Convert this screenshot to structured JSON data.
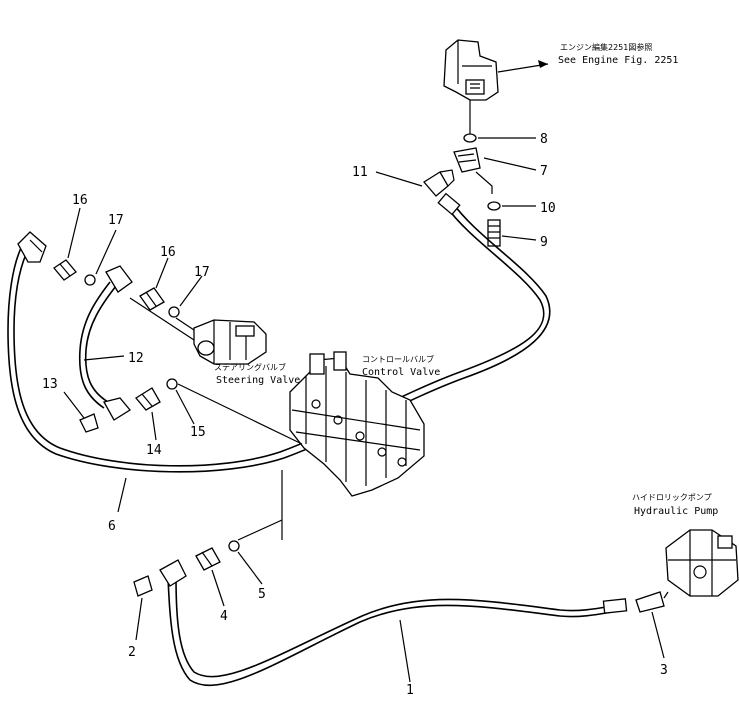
{
  "callouts": {
    "engine_jp": "エンジン編集2251図参照",
    "engine_en": "See Engine Fig. 2251",
    "control_jp": "コントロールバルブ",
    "control_en": "Control Valve",
    "steering_jp": "ステアリングバルブ",
    "steering_en": "Steering Valve",
    "pump_jp": "ハイドロリックポンプ",
    "pump_en": "Hydraulic Pump"
  },
  "part_numbers": {
    "p1": "1",
    "p2": "2",
    "p3": "3",
    "p4": "4",
    "p5": "5",
    "p6": "6",
    "p7": "7",
    "p8": "8",
    "p9": "9",
    "p10": "10",
    "p11": "11",
    "p12": "12",
    "p13": "13",
    "p14": "14",
    "p15": "15",
    "p16a": "16",
    "p16b": "16",
    "p17a": "17",
    "p17b": "17"
  }
}
